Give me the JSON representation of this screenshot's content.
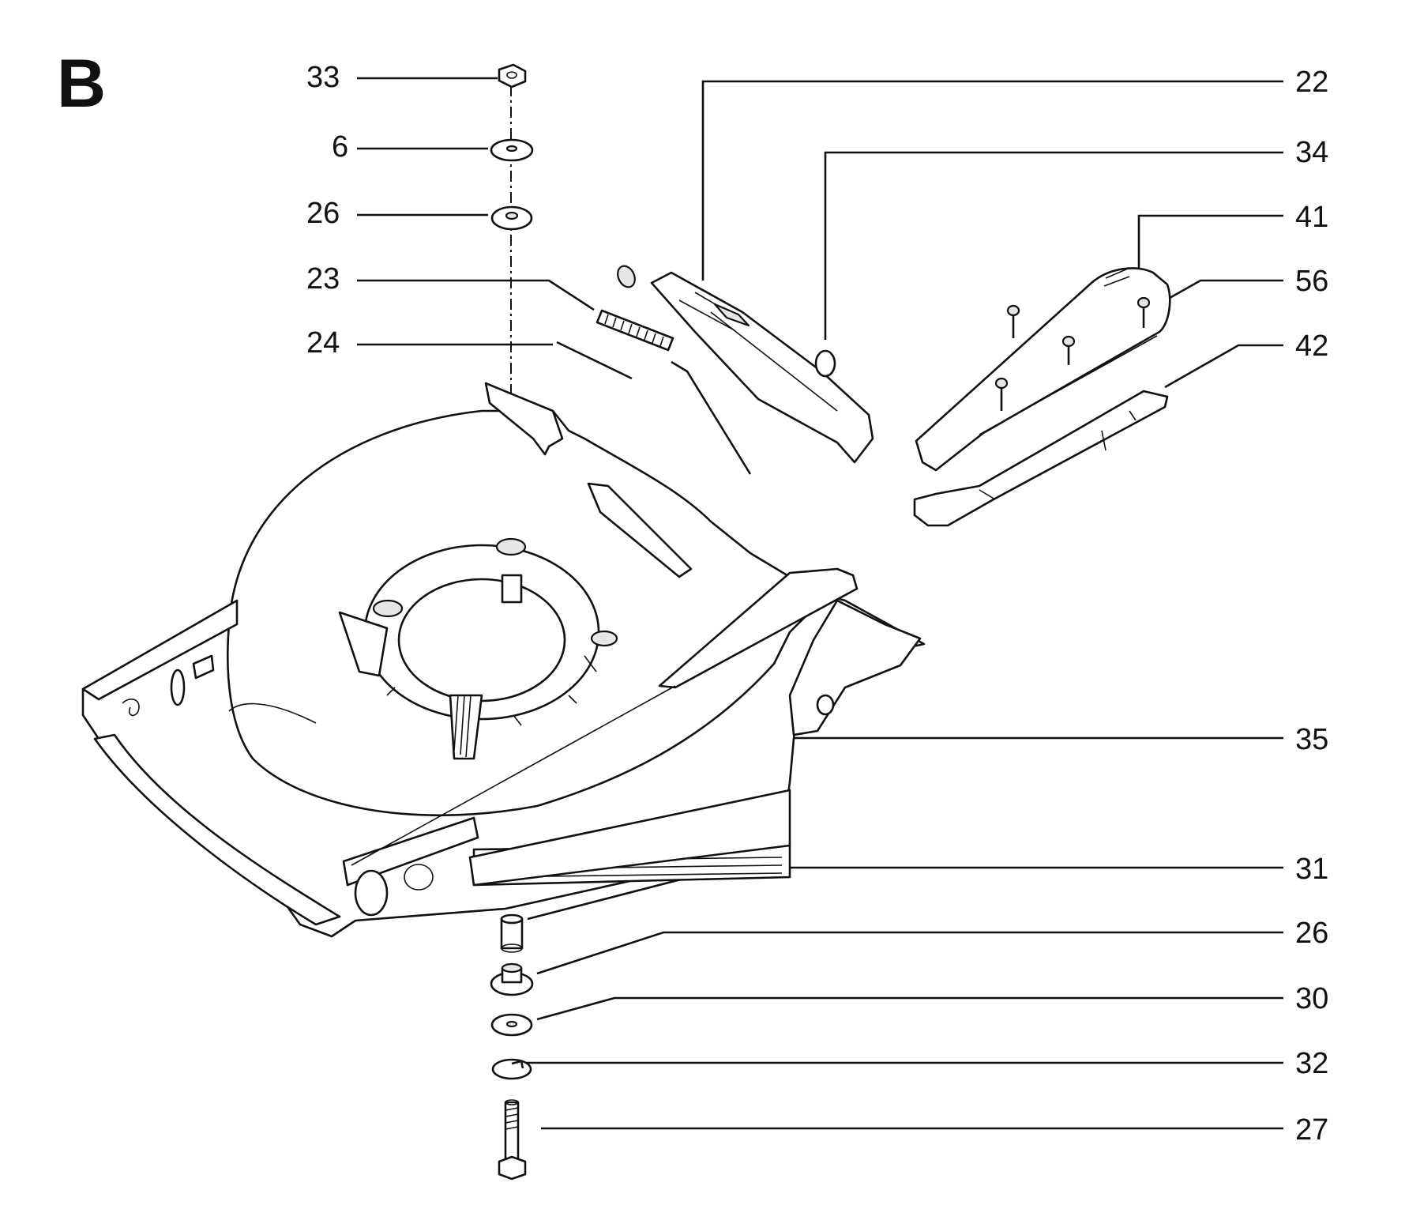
{
  "section_label": "B",
  "callouts": [
    {
      "id": "c33a",
      "label": "33"
    },
    {
      "id": "c6",
      "label": "6"
    },
    {
      "id": "c26a",
      "label": "26"
    },
    {
      "id": "c23",
      "label": "23"
    },
    {
      "id": "c24",
      "label": "24"
    },
    {
      "id": "c22",
      "label": "22"
    },
    {
      "id": "c34",
      "label": "34"
    },
    {
      "id": "c41",
      "label": "41"
    },
    {
      "id": "c56",
      "label": "56"
    },
    {
      "id": "c42",
      "label": "42"
    },
    {
      "id": "c35",
      "label": "35"
    },
    {
      "id": "c31",
      "label": "31"
    },
    {
      "id": "c26b",
      "label": "26"
    },
    {
      "id": "c30",
      "label": "30"
    },
    {
      "id": "c32",
      "label": "32"
    },
    {
      "id": "c27",
      "label": "27"
    }
  ]
}
